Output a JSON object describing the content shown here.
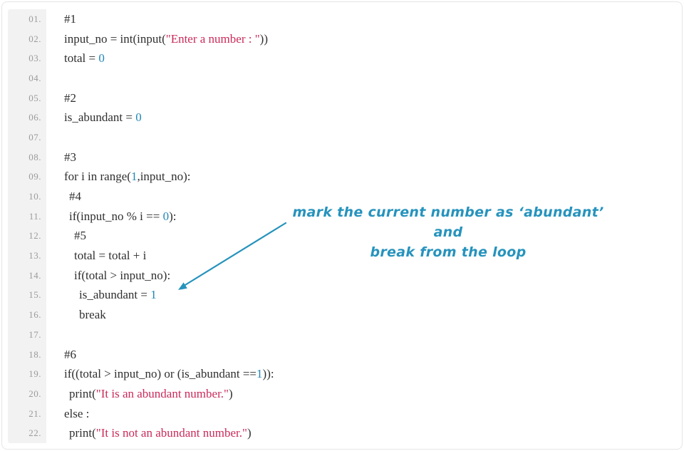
{
  "colors": {
    "background": "#ffffff",
    "card_border": "#e5e5e5",
    "gutter_bg": "#f2f2f2",
    "line_number": "#9b9b9b",
    "code_text": "#2f2f2f",
    "string": "#cb2a5a",
    "number": "#2287b8",
    "annotation": "#2693bd"
  },
  "annotation": {
    "line1": "mark the current number as ‘abundant’ and",
    "line2": "break from the loop",
    "arrow": "points-to-line-15"
  },
  "code": {
    "language": "python",
    "lines": [
      {
        "no": "01.",
        "indent": 0,
        "tokens": [
          {
            "t": "plain",
            "s": "#1"
          }
        ]
      },
      {
        "no": "02.",
        "indent": 0,
        "tokens": [
          {
            "t": "plain",
            "s": "input_no = int(input("
          },
          {
            "t": "string",
            "s": "\"Enter a number : \""
          },
          {
            "t": "plain",
            "s": "))"
          }
        ]
      },
      {
        "no": "03.",
        "indent": 0,
        "tokens": [
          {
            "t": "plain",
            "s": "total = "
          },
          {
            "t": "number",
            "s": "0"
          }
        ]
      },
      {
        "no": "04.",
        "indent": 0,
        "tokens": []
      },
      {
        "no": "05.",
        "indent": 0,
        "tokens": [
          {
            "t": "plain",
            "s": "#2"
          }
        ]
      },
      {
        "no": "06.",
        "indent": 0,
        "tokens": [
          {
            "t": "plain",
            "s": "is_abundant = "
          },
          {
            "t": "number",
            "s": "0"
          }
        ]
      },
      {
        "no": "07.",
        "indent": 0,
        "tokens": []
      },
      {
        "no": "08.",
        "indent": 0,
        "tokens": [
          {
            "t": "plain",
            "s": "#3"
          }
        ]
      },
      {
        "no": "09.",
        "indent": 0,
        "tokens": [
          {
            "t": "plain",
            "s": "for i in range("
          },
          {
            "t": "number",
            "s": "1"
          },
          {
            "t": "plain",
            "s": ",input_no):"
          }
        ]
      },
      {
        "no": "10.",
        "indent": 1,
        "tokens": [
          {
            "t": "plain",
            "s": "#4"
          }
        ]
      },
      {
        "no": "11.",
        "indent": 1,
        "tokens": [
          {
            "t": "plain",
            "s": "if(input_no % i == "
          },
          {
            "t": "number",
            "s": "0"
          },
          {
            "t": "plain",
            "s": "):"
          }
        ]
      },
      {
        "no": "12.",
        "indent": 2,
        "tokens": [
          {
            "t": "plain",
            "s": "#5"
          }
        ]
      },
      {
        "no": "13.",
        "indent": 2,
        "tokens": [
          {
            "t": "plain",
            "s": "total = total + i"
          }
        ]
      },
      {
        "no": "14.",
        "indent": 2,
        "tokens": [
          {
            "t": "plain",
            "s": "if(total > input_no):"
          }
        ]
      },
      {
        "no": "15.",
        "indent": 3,
        "tokens": [
          {
            "t": "plain",
            "s": "is_abundant = "
          },
          {
            "t": "number",
            "s": "1"
          }
        ]
      },
      {
        "no": "16.",
        "indent": 3,
        "tokens": [
          {
            "t": "plain",
            "s": "break"
          }
        ]
      },
      {
        "no": "17.",
        "indent": 0,
        "tokens": []
      },
      {
        "no": "18.",
        "indent": 0,
        "tokens": [
          {
            "t": "plain",
            "s": "#6"
          }
        ]
      },
      {
        "no": "19.",
        "indent": 0,
        "tokens": [
          {
            "t": "plain",
            "s": "if((total > input_no) or (is_abundant =="
          },
          {
            "t": "number",
            "s": "1"
          },
          {
            "t": "plain",
            "s": ")):"
          }
        ]
      },
      {
        "no": "20.",
        "indent": 1,
        "tokens": [
          {
            "t": "plain",
            "s": "print("
          },
          {
            "t": "string",
            "s": "\"It is an abundant number.\""
          },
          {
            "t": "plain",
            "s": ")"
          }
        ]
      },
      {
        "no": "21.",
        "indent": 0,
        "tokens": [
          {
            "t": "plain",
            "s": "else :"
          }
        ]
      },
      {
        "no": "22.",
        "indent": 1,
        "tokens": [
          {
            "t": "plain",
            "s": "print("
          },
          {
            "t": "string",
            "s": "\"It is not an abundant number.\""
          },
          {
            "t": "plain",
            "s": ")"
          }
        ]
      }
    ]
  }
}
